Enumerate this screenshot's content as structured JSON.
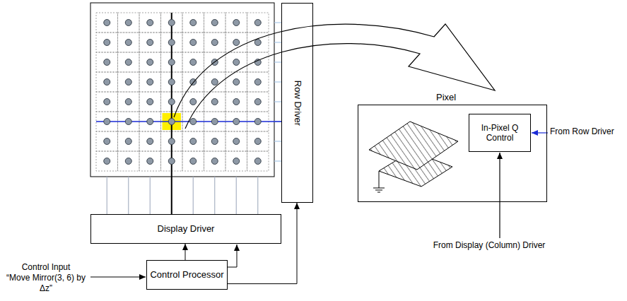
{
  "diagram": {
    "nodes": [
      {
        "text": [
          "Row Driver"
        ]
      },
      {
        "text": [
          "Display Driver"
        ]
      },
      {
        "text": [
          "Control Processor"
        ]
      },
      {
        "text": [
          "Pixel"
        ]
      },
      {
        "text": [
          "In-Pixel Q Control"
        ],
        "in": 3
      }
    ],
    "edges": [
      {
        "from": 2,
        "to": 1,
        "arrow": "to"
      },
      {
        "from": 2,
        "to": 0,
        "arrow": "to"
      }
    ],
    "labels": [
      "Control Input",
      "“Move Mirror(3, 6) by Δz”",
      "From Row Driver",
      "From Display (Column) Driver"
    ]
  }
}
